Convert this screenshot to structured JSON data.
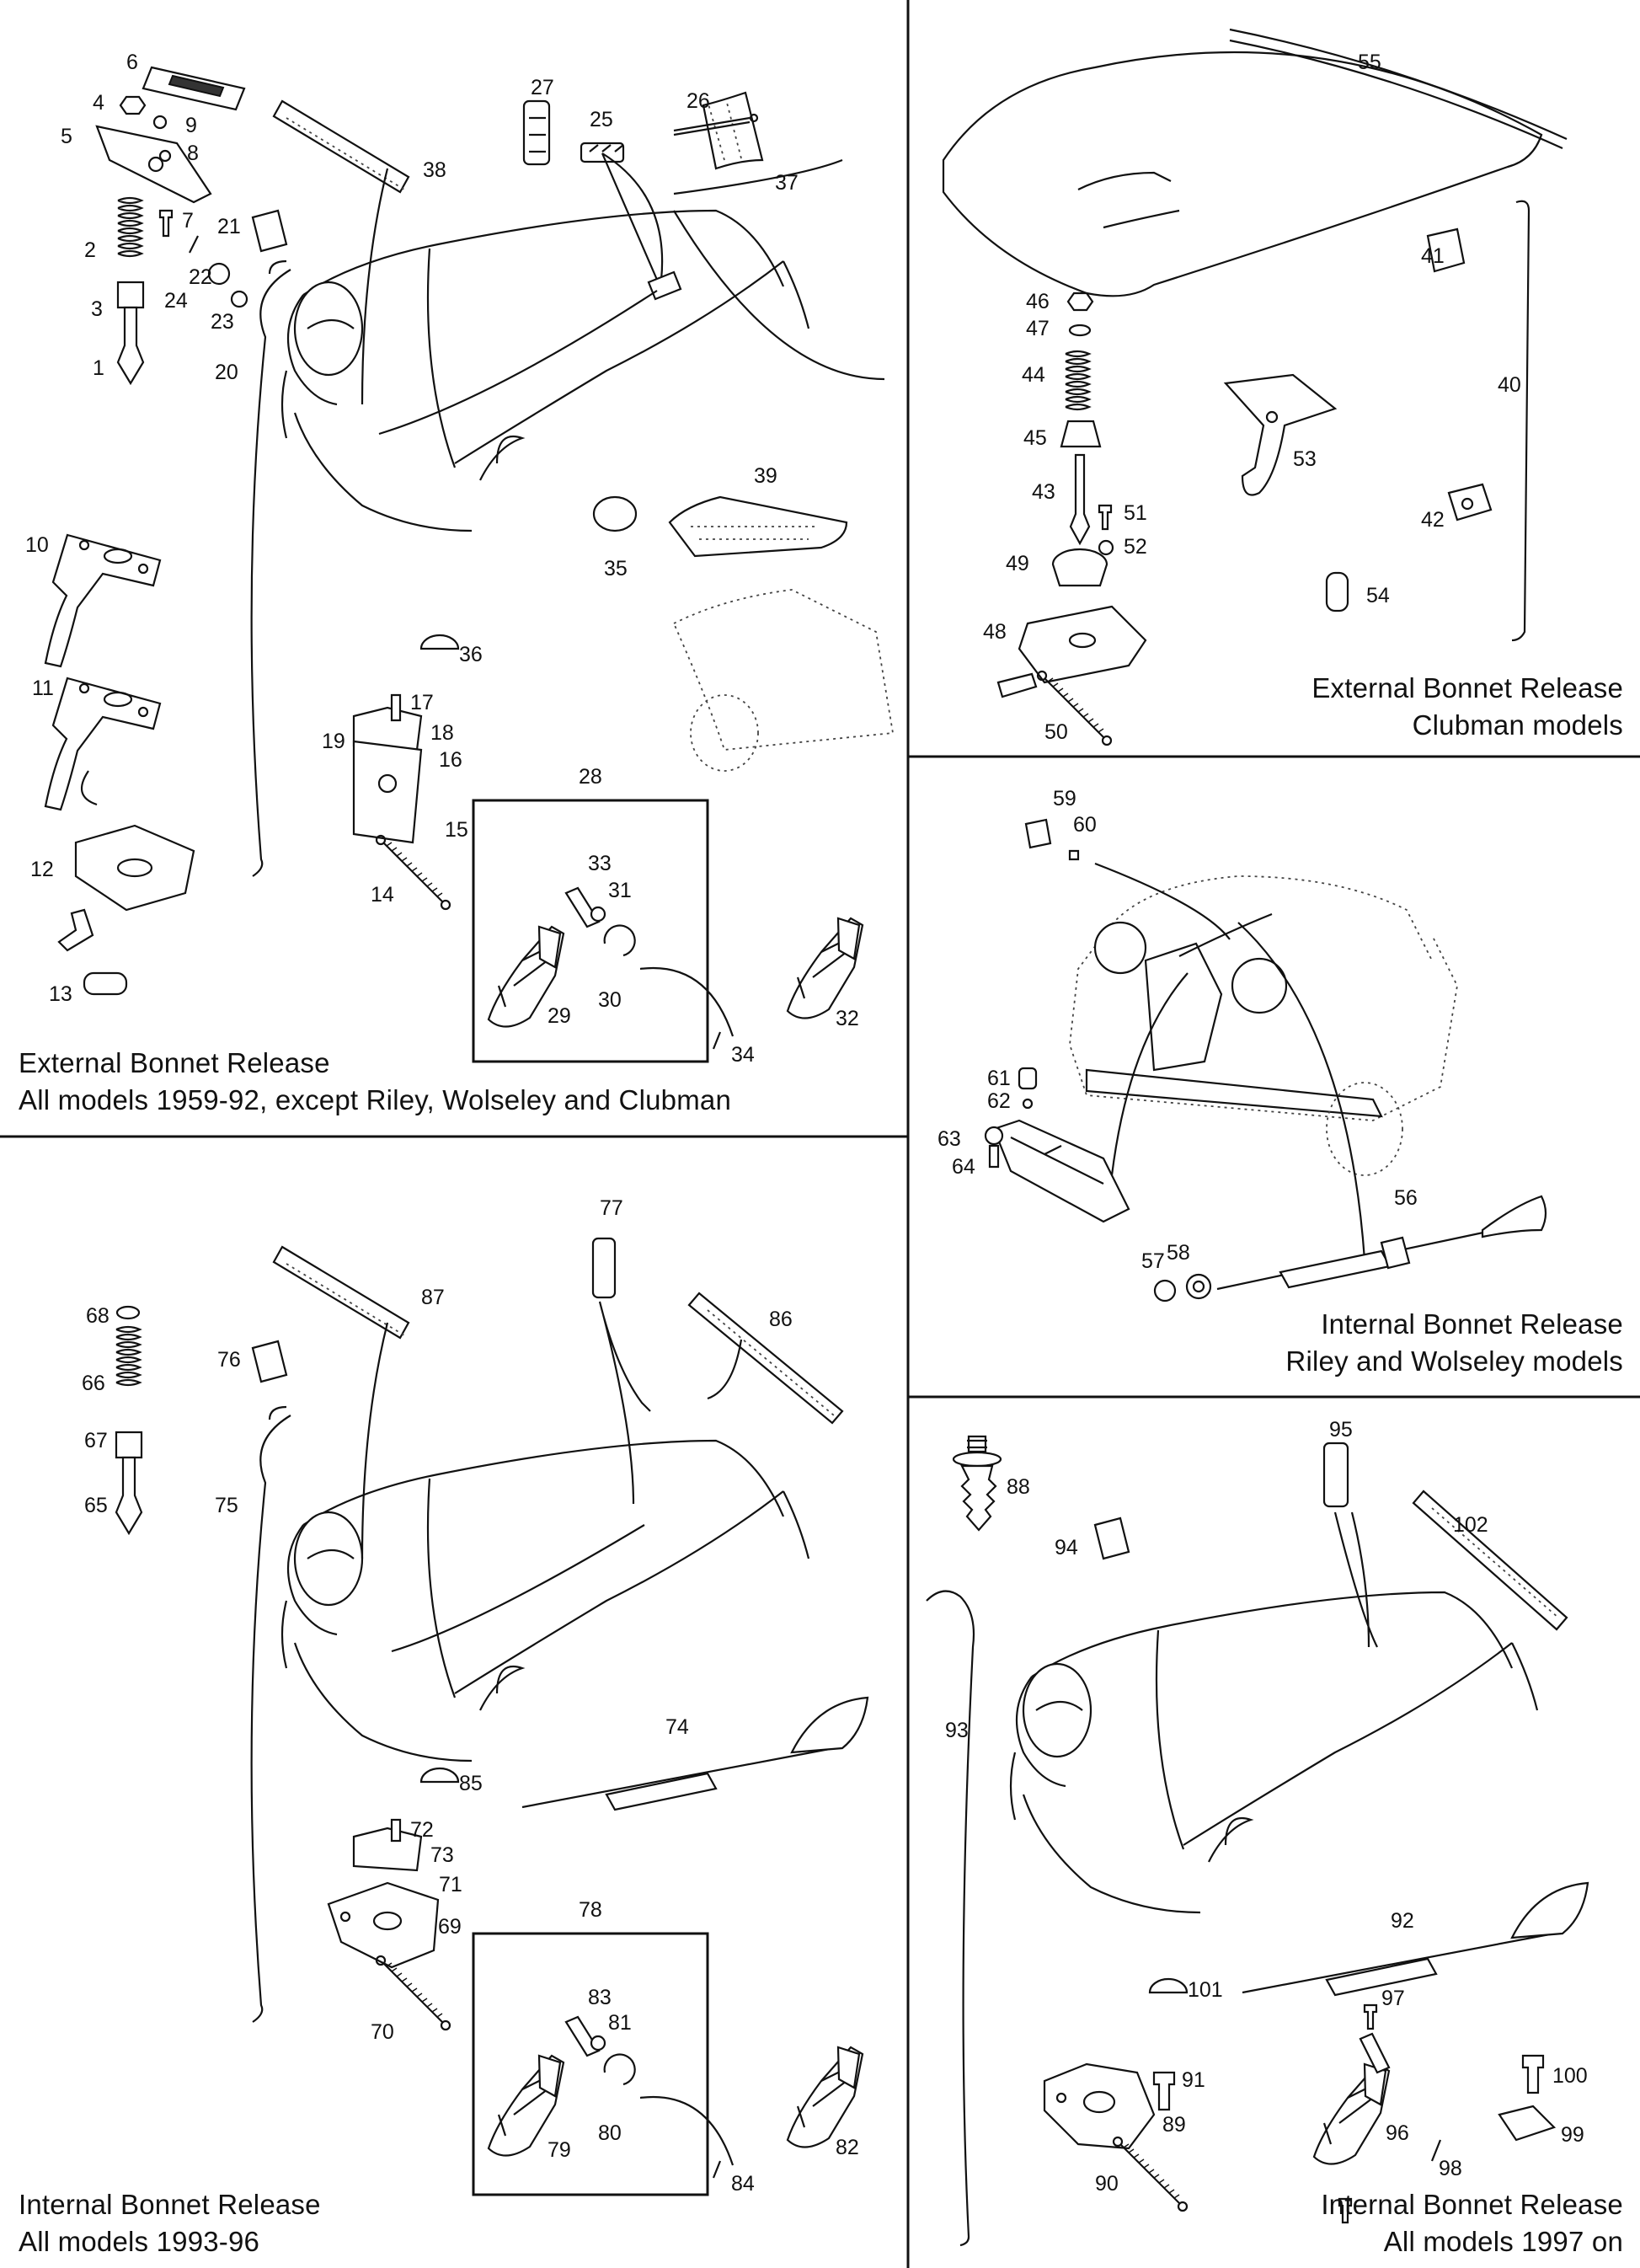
{
  "panels": {
    "p1": {
      "line1": "External Bonnet Release",
      "line2": "All models 1959-92, except Riley, Wolseley and Clubman"
    },
    "p2": {
      "line1": "External Bonnet Release",
      "line2": "Clubman models"
    },
    "p3": {
      "line1": "Internal Bonnet Release",
      "line2": "Riley and Wolseley models"
    },
    "p4": {
      "line1": "Internal Bonnet Release",
      "line2": "All models 1993-96"
    },
    "p5": {
      "line1": "Internal Bonnet Release",
      "line2": "All models 1997 on"
    }
  },
  "part_numbers": {
    "p1": [
      "1",
      "2",
      "3",
      "4",
      "5",
      "6",
      "7",
      "8",
      "9",
      "10",
      "11",
      "12",
      "13",
      "14",
      "15",
      "16",
      "17",
      "18",
      "19",
      "20",
      "21",
      "22",
      "23",
      "24",
      "25",
      "26",
      "27",
      "28",
      "29",
      "30",
      "31",
      "32",
      "33",
      "34",
      "35",
      "36",
      "37",
      "38",
      "39"
    ],
    "p2": [
      "40",
      "41",
      "42",
      "43",
      "44",
      "45",
      "46",
      "47",
      "48",
      "49",
      "50",
      "51",
      "52",
      "53",
      "54",
      "55"
    ],
    "p3": [
      "56",
      "57",
      "58",
      "59",
      "60",
      "61",
      "62",
      "63",
      "64"
    ],
    "p4": [
      "65",
      "66",
      "67",
      "68",
      "69",
      "70",
      "71",
      "72",
      "73",
      "74",
      "75",
      "76",
      "77",
      "78",
      "79",
      "80",
      "81",
      "82",
      "83",
      "84",
      "85",
      "86",
      "87"
    ],
    "p5": [
      "88",
      "89",
      "90",
      "91",
      "92",
      "93",
      "94",
      "95",
      "96",
      "97",
      "98",
      "99",
      "100",
      "101",
      "102"
    ]
  }
}
